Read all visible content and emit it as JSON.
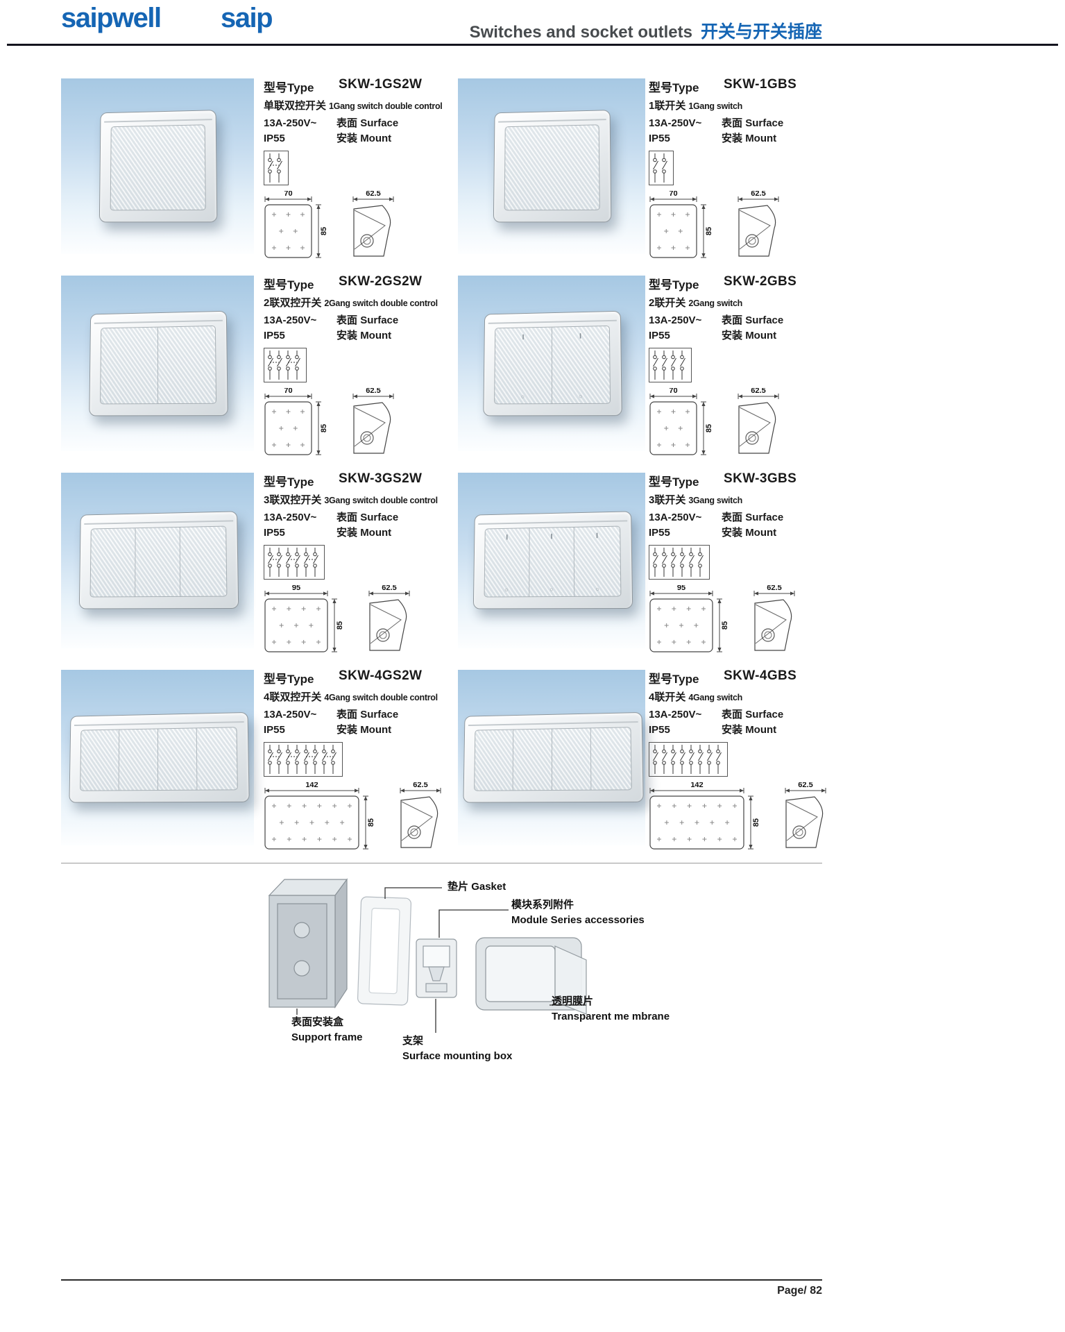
{
  "colors": {
    "brand_blue": "#1565b4",
    "title_gray": "#474b4e"
  },
  "meta": {
    "page_label": "Page/ 82"
  },
  "header": {
    "logo_primary": "saipwell",
    "logo_secondary": "saip",
    "title_en": "Switches and socket outlets",
    "title_cn": "开关与开关插座"
  },
  "labels": {
    "type_label": "型号Type",
    "surface_cn": "表面",
    "surface_en": "Surface",
    "mount_cn": "安装",
    "mount_en": "Mount"
  },
  "products": [
    {
      "model": "SKW-1GS2W",
      "desc_cn": "单联双控开关",
      "desc_en": "1Gang switch double control",
      "rating": "13A-250V~",
      "ip": "IP55",
      "gangs": 1,
      "double_control": true,
      "dim_width": "70",
      "dim_height": "85",
      "dim_depth": "62.5"
    },
    {
      "model": "SKW-1GBS",
      "desc_cn": "1联开关",
      "desc_en": "1Gang switch",
      "rating": "13A-250V~",
      "ip": "IP55",
      "gangs": 1,
      "double_control": false,
      "dim_width": "70",
      "dim_height": "85",
      "dim_depth": "62.5"
    },
    {
      "model": "SKW-2GS2W",
      "desc_cn": "2联双控开关",
      "desc_en": "2Gang switch double control",
      "rating": "13A-250V~",
      "ip": "IP55",
      "gangs": 2,
      "double_control": true,
      "dim_width": "70",
      "dim_height": "85",
      "dim_depth": "62.5"
    },
    {
      "model": "SKW-2GBS",
      "desc_cn": "2联开关",
      "desc_en": "2Gang switch",
      "rating": "13A-250V~",
      "ip": "IP55",
      "gangs": 2,
      "double_control": false,
      "dim_width": "70",
      "dim_height": "85",
      "dim_depth": "62.5"
    },
    {
      "model": "SKW-3GS2W",
      "desc_cn": "3联双控开关",
      "desc_en": "3Gang switch double control",
      "rating": "13A-250V~",
      "ip": "IP55",
      "gangs": 3,
      "double_control": true,
      "dim_width": "95",
      "dim_height": "85",
      "dim_depth": "62.5"
    },
    {
      "model": "SKW-3GBS",
      "desc_cn": "3联开关",
      "desc_en": "3Gang switch",
      "rating": "13A-250V~",
      "ip": "IP55",
      "gangs": 3,
      "double_control": false,
      "dim_width": "95",
      "dim_height": "85",
      "dim_depth": "62.5"
    },
    {
      "model": "SKW-4GS2W",
      "desc_cn": "4联双控开关",
      "desc_en": "4Gang switch double control",
      "rating": "13A-250V~",
      "ip": "IP55",
      "gangs": 4,
      "double_control": true,
      "dim_width": "142",
      "dim_height": "85",
      "dim_depth": "62.5"
    },
    {
      "model": "SKW-4GBS",
      "desc_cn": "4联开关",
      "desc_en": "4Gang switch",
      "rating": "13A-250V~",
      "ip": "IP55",
      "gangs": 4,
      "double_control": false,
      "dim_width": "142",
      "dim_height": "85",
      "dim_depth": "62.5"
    }
  ],
  "accessories": {
    "gasket": {
      "cn": "垫片",
      "en": "Gasket"
    },
    "module": {
      "cn": "模块系列附件",
      "en": "Module Series accessories"
    },
    "membrane": {
      "cn": "透明膜片",
      "en": "Transparent me mbrane"
    },
    "support": {
      "cn": "表面安装盒",
      "en": "Support frame"
    },
    "bracket": {
      "cn": "支架",
      "en": "Surface mounting box"
    }
  }
}
